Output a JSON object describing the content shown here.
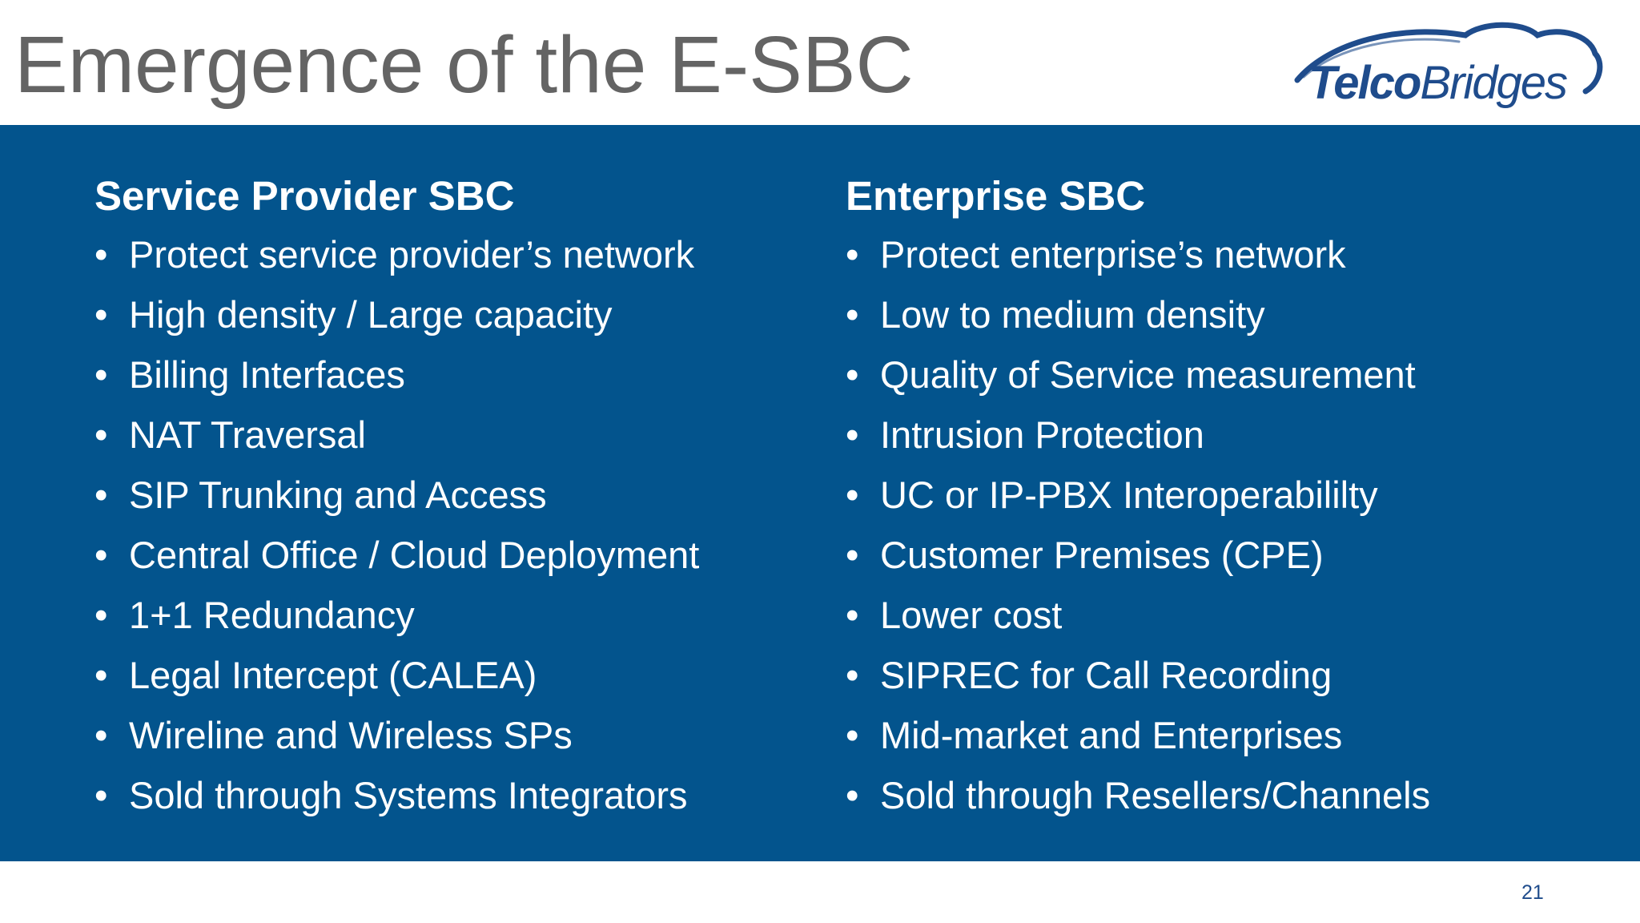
{
  "slide": {
    "title": "Emergence of the E-SBC",
    "page_number": "21",
    "logo": {
      "text_bold": "Telco",
      "text_light": "Bridges",
      "icon": "cloud-swoosh-logo"
    },
    "colors": {
      "title": "#646464",
      "band": "#03548d",
      "text": "#ffffff",
      "logo": "#1f4c8c"
    }
  },
  "left": {
    "heading": "Service Provider SBC",
    "items": [
      "Protect service provider’s network",
      "High density / Large capacity",
      "Billing Interfaces",
      "NAT Traversal",
      "SIP Trunking and Access",
      "Central Office / Cloud Deployment",
      "1+1 Redundancy",
      "Legal Intercept (CALEA)",
      "Wireline and Wireless SPs",
      "Sold through Systems Integrators"
    ]
  },
  "right": {
    "heading": "Enterprise SBC",
    "items": [
      "Protect enterprise’s network",
      "Low to medium density",
      "Quality of Service measurement",
      "Intrusion Protection",
      "UC or IP-PBX Interoperabililty",
      "Customer Premises (CPE)",
      "Lower cost",
      "SIPREC for Call Recording",
      "Mid-market and Enterprises",
      "Sold through Resellers/Channels"
    ]
  }
}
